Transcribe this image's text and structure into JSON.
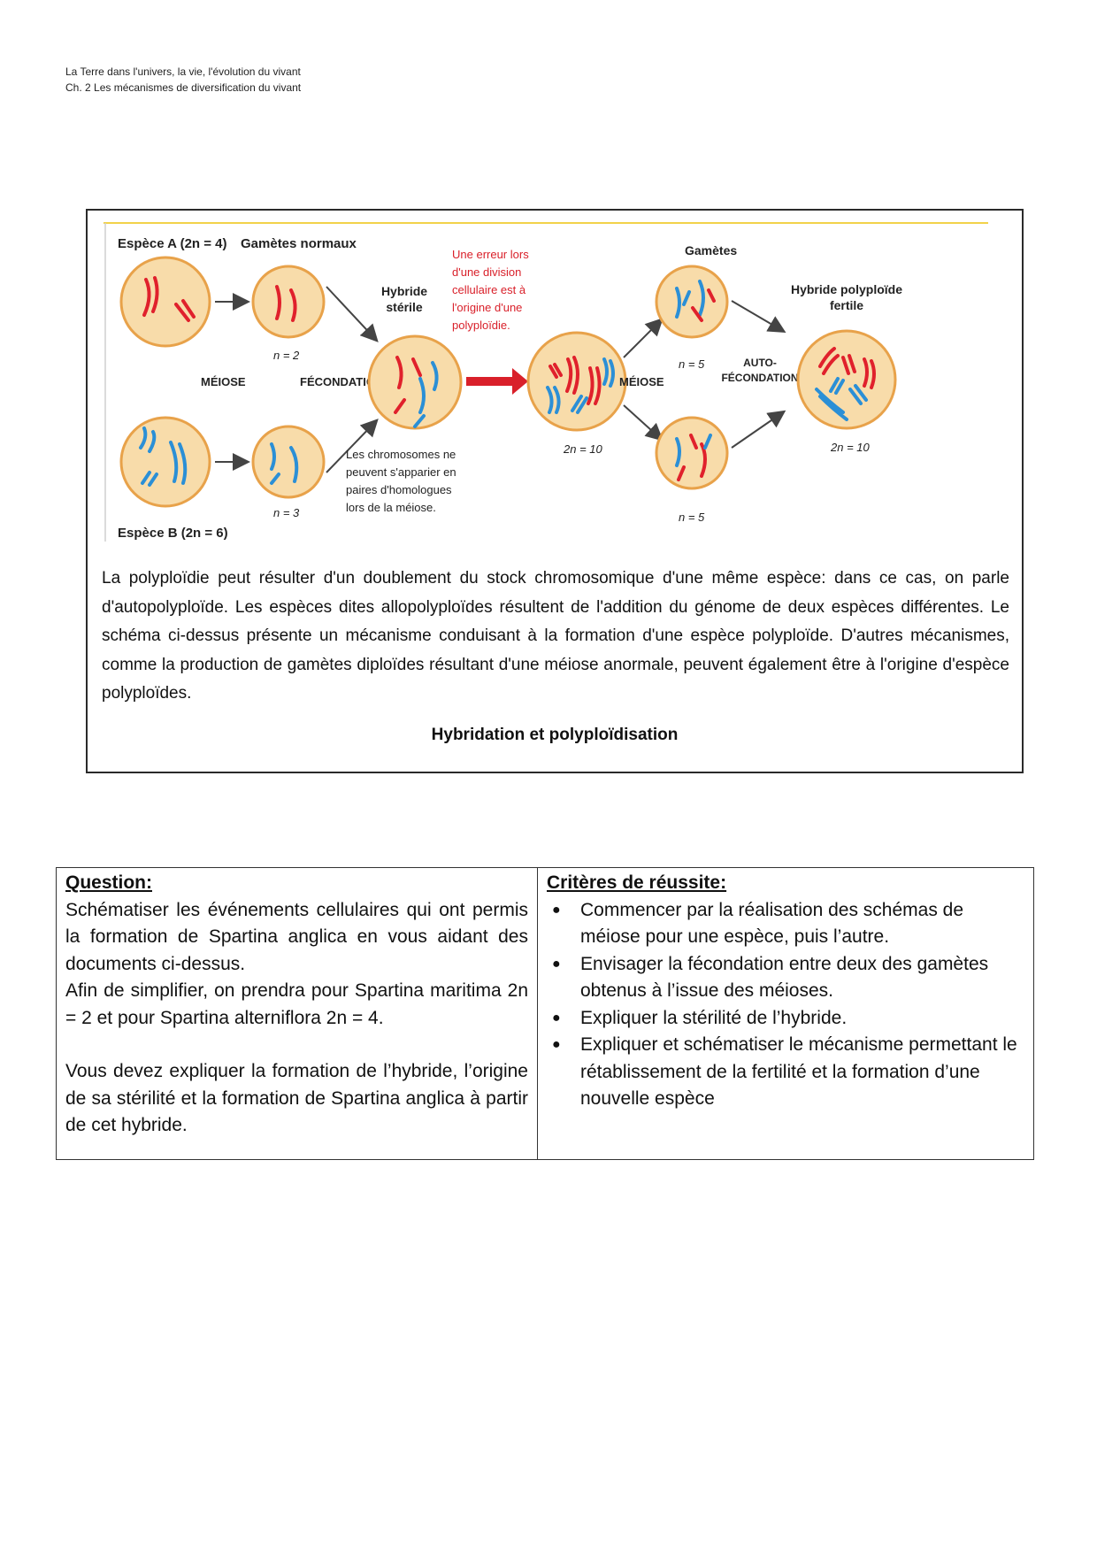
{
  "header": {
    "line1": "La Terre dans l'univers, la vie, l'évolution du vivant",
    "line2": "Ch. 2 Les mécanismes de diversification du vivant"
  },
  "figure": {
    "species_a": "Espèce A (2n = 4)",
    "species_b": "Espèce B (2n = 6)",
    "gametes_normal": "Gamètes normaux",
    "n2": "n = 2",
    "n3": "n = 3",
    "meiose1": "MÉIOSE",
    "fecondation": "FÉCONDATION",
    "hybrid_sterile_1": "Hybride",
    "hybrid_sterile_2": "stérile",
    "note_pair_1": "Les chromosomes ne",
    "note_pair_2": "peuvent s'apparier en",
    "note_pair_3": "paires d'homologues",
    "note_pair_4": "lors de la méiose.",
    "error_1": "Une erreur lors",
    "error_2": "d'une division",
    "error_3": "cellulaire est à",
    "error_4": "l'origine d'une",
    "error_5": "polyploïdie.",
    "two_n_10_mid": "2n = 10",
    "meiose2": "MÉIOSE",
    "gametes": "Gamètes",
    "n5_top": "n = 5",
    "n5_bottom": "n = 5",
    "auto_1": "AUTO-",
    "auto_2": "FÉCONDATION",
    "hybrid_fertile_1": "Hybride polyploïde",
    "hybrid_fertile_2": "fertile",
    "two_n_10_right": "2n = 10",
    "colors": {
      "cell_fill": "#f8dcaa",
      "cell_stroke": "#e8a24a",
      "red": "#e0212c",
      "blue": "#2b8fd6",
      "arrow_red": "#d9202a"
    }
  },
  "paragraph": "La polyploïdie peut résulter d'un doublement du stock chromosomique d'une même espèce: dans ce cas, on parle d'autopolyploïde. Les espèces dites allopolyploïdes résultent de l'addition du génome de deux espèces différentes. Le schéma ci-dessus présente un mécanisme conduisant à la formation d'une espèce polyploïde. D'autres mécanismes, comme la production de gamètes diploïdes résultant d'une méiose anormale, peuvent également être à l'origine d'espèce polyploïdes.",
  "caption": "Hybridation et polyploïdisation",
  "question": {
    "title": "Question:",
    "p1": "Schématiser les événements cellulaires qui ont permis la formation de Spartina anglica en vous aidant des documents ci-dessus.",
    "p2": "Afin de simplifier, on prendra pour Spartina maritima 2n = 2 et pour Spartina alterniflora 2n = 4.",
    "p3": "Vous devez expliquer la formation de l’hybride, l’origine de sa stérilité et la formation de Spartina anglica à partir de cet hybride."
  },
  "criteria": {
    "title": "Critères de réussite:",
    "items": [
      "Commencer par la réalisation des schémas de méiose pour une espèce, puis l’autre.",
      "Envisager la fécondation entre deux des gamètes obtenus à l’issue des méioses.",
      "Expliquer la stérilité de l’hybride.",
      "Expliquer et schématiser le mécanisme permettant le rétablissement de la fertilité et la formation d’une nouvelle espèce"
    ]
  }
}
